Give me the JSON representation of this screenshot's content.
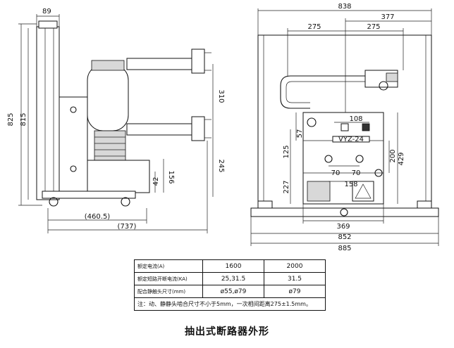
{
  "side_view": {
    "dims": {
      "width_top": "89",
      "height_overall": "825",
      "height_inner": "815",
      "pole_pitch": "310",
      "lower_height": "245",
      "base_h1": "156",
      "base_h2": "42",
      "depth_1": "(460.5)",
      "depth_2": "(737)"
    }
  },
  "front_view": {
    "dims": {
      "width_overall": "838",
      "half_width": "377",
      "pitch_left": "275",
      "pitch_right": "275",
      "panel_108": "108",
      "dim_57": "57",
      "dim_125": "125",
      "dim_200": "200",
      "dim_429": "429",
      "dim_227": "227",
      "dim_70a": "70",
      "dim_70b": "70",
      "dim_158": "158",
      "dim_369": "369",
      "dim_852": "852",
      "dim_885": "885"
    },
    "nameplate_text": "VYZ-24"
  },
  "spec_table": {
    "rows": [
      {
        "label": "额定电流(A)",
        "v1": "1600",
        "v2": "2000"
      },
      {
        "label": "额定短路开断电流(KA)",
        "v1": "25,31.5",
        "v2": "31.5"
      },
      {
        "label": "配合静触头尺寸(mm)",
        "v1": "ø55,ø79",
        "v2": "ø79"
      }
    ],
    "note": "注：动、静静头啮合尺寸不小于5mm，一次相间距离275±1.5mm。"
  },
  "caption": "抽出式断路器外形"
}
